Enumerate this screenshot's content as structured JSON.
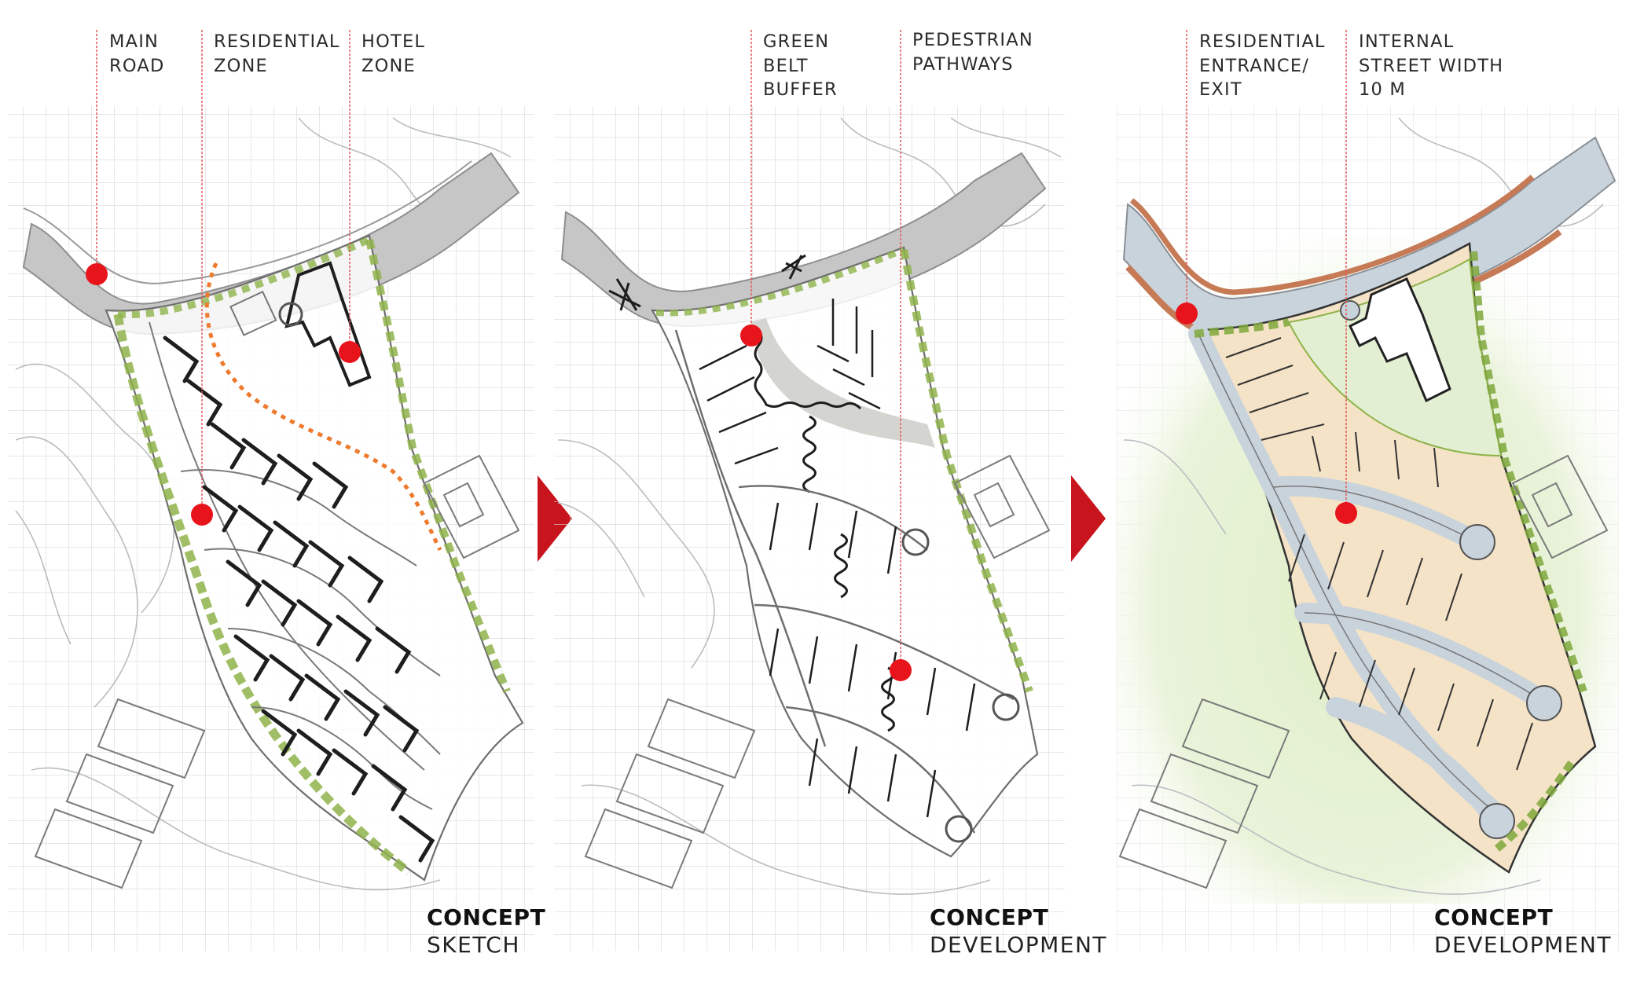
{
  "callouts": {
    "main_road": [
      "MAIN",
      "ROAD"
    ],
    "residential_zone": [
      "RESIDENTIAL",
      "ZONE"
    ],
    "hotel_zone": [
      "HOTEL",
      "ZONE"
    ],
    "green_belt_buffer": [
      "GREEN",
      "BELT",
      "BUFFER"
    ],
    "pedestrian_pathways": [
      "PEDESTRIAN",
      "PATHWAYS"
    ],
    "residential_entrance": [
      "RESIDENTIAL",
      "ENTRANCE/",
      "EXIT"
    ],
    "internal_street": [
      "INTERNAL",
      "STREET WIDTH",
      "10 M"
    ]
  },
  "captions": {
    "panel1": {
      "title": "CONCEPT",
      "subtitle": "SKETCH"
    },
    "panel2": {
      "title": "CONCEPT",
      "subtitle": "DEVELOPMENT"
    },
    "panel3": {
      "title": "CONCEPT",
      "subtitle": "DEVELOPMENT"
    }
  },
  "colors": {
    "marker": "#e8141c",
    "leader_line": "#e35a5a",
    "arrow": "#c8141d",
    "grid": "#d3d6d8",
    "road": "#c6c6c6",
    "road_rendered": "#c9d3dc",
    "road_edge": "#c67a55",
    "greenery": "#8fb34a",
    "plot_fill": "#f4e3c6",
    "lawn": "#e7f2d4",
    "zone_boundary": "#ee7a2e"
  }
}
